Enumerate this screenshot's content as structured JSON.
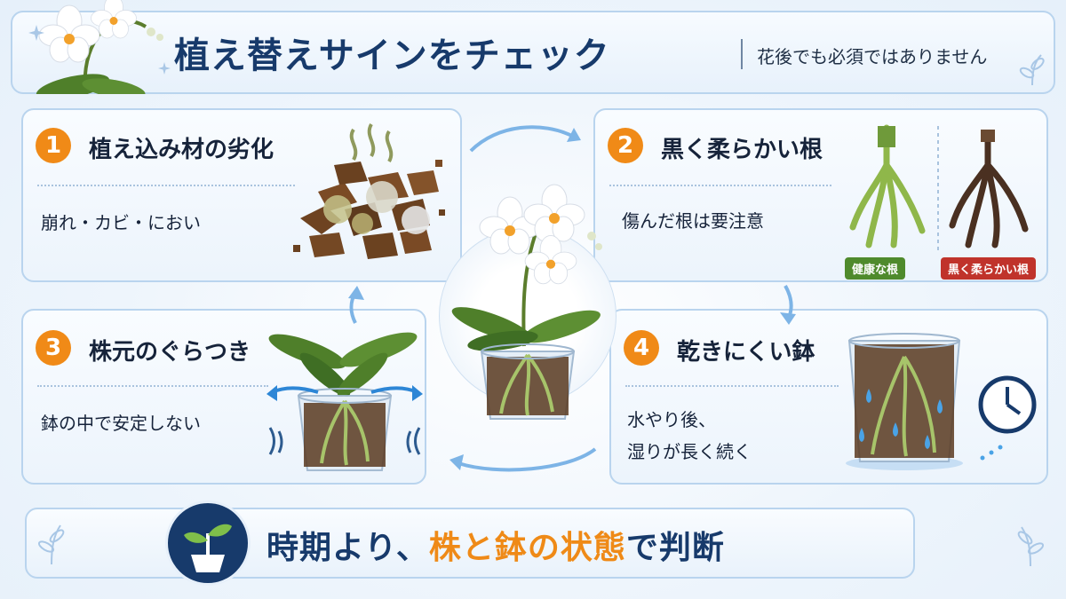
{
  "header": {
    "title": "植え替えサインをチェック",
    "subtitle": "花後でも必須ではありません"
  },
  "cards": [
    {
      "number": "1",
      "title": "植え込み材の劣化",
      "description": "崩れ・カビ・におい"
    },
    {
      "number": "2",
      "title": "黒く柔らかい根",
      "description": "傷んだ根は要注意",
      "labels": {
        "healthy": "健康な根",
        "damaged": "黒く柔らかい根"
      }
    },
    {
      "number": "3",
      "title": "株元のぐらつき",
      "description": "鉢の中で安定しない"
    },
    {
      "number": "4",
      "title": "乾きにくい鉢",
      "description_line1": "水やり後、",
      "description_line2": "湿りが長く続く"
    }
  ],
  "banner": {
    "text_before": "時期より、",
    "highlight": "株と鉢の状態",
    "text_after": "で判断"
  },
  "colors": {
    "navy": "#173a6b",
    "orange": "#f08a17",
    "border": "#b9d4ee",
    "healthy_label": "#4f8a2c",
    "damaged_label": "#c0332b",
    "arrow": "#5ea6e3"
  },
  "icons": [
    "orchid-icon",
    "sparkle-icon",
    "bark-mix-icon",
    "roots-icon",
    "pot-icon",
    "clock-icon",
    "plant-in-pot-icon",
    "cycle-arrow-icon",
    "leaf-decoration-icon"
  ]
}
